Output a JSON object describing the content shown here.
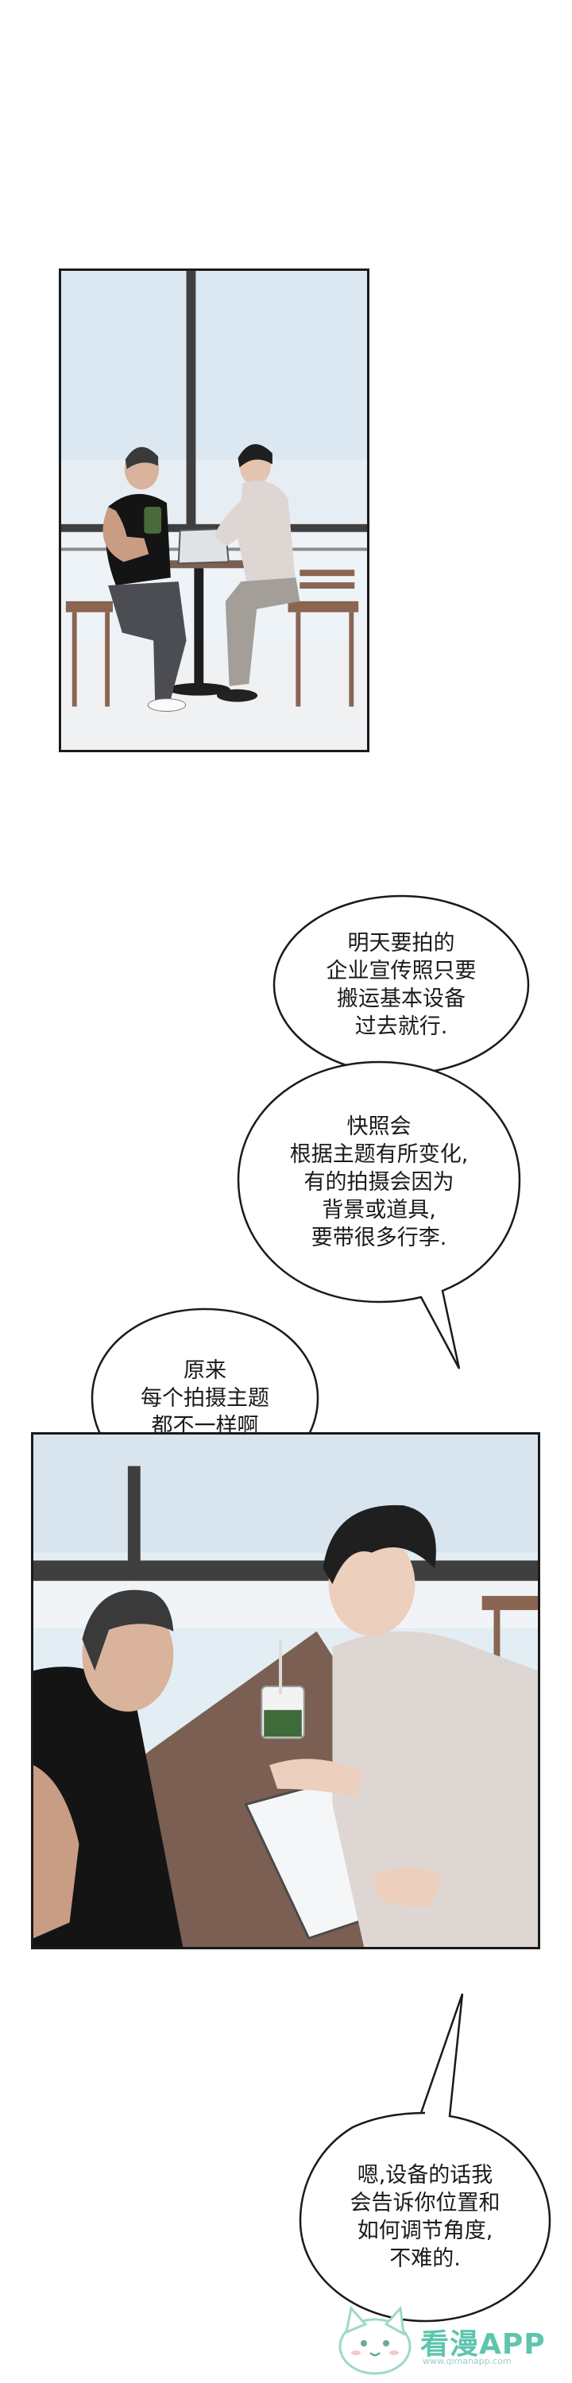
{
  "bubbles": [
    {
      "id": "speech-1",
      "lines": [
        "明天要拍的",
        "企业宣传照只要",
        "搬运基本设备",
        "过去就行."
      ]
    },
    {
      "id": "speech-2",
      "lines": [
        "快照会",
        "根据主题有所变化,",
        "有的拍摄会因为",
        "背景或道具,",
        "要带很多行李."
      ]
    },
    {
      "id": "speech-3",
      "lines": [
        "原来",
        "每个拍摄主题",
        "都不一样啊"
      ]
    },
    {
      "id": "speech-4",
      "lines": [
        "嗯,设备的话我",
        "会告诉你位置和",
        "如何调节角度,",
        "不难的."
      ]
    }
  ],
  "watermark": {
    "label": "看漫APP",
    "url": "www.qimanapp.com",
    "icon": "cat-mascot-icon",
    "color": "#5ec5ae"
  },
  "colors": {
    "panel_border": "#1b1b1b",
    "sky": "#dce8f1",
    "table": "#7a5f52",
    "window_frame": "#3f3f3f"
  }
}
